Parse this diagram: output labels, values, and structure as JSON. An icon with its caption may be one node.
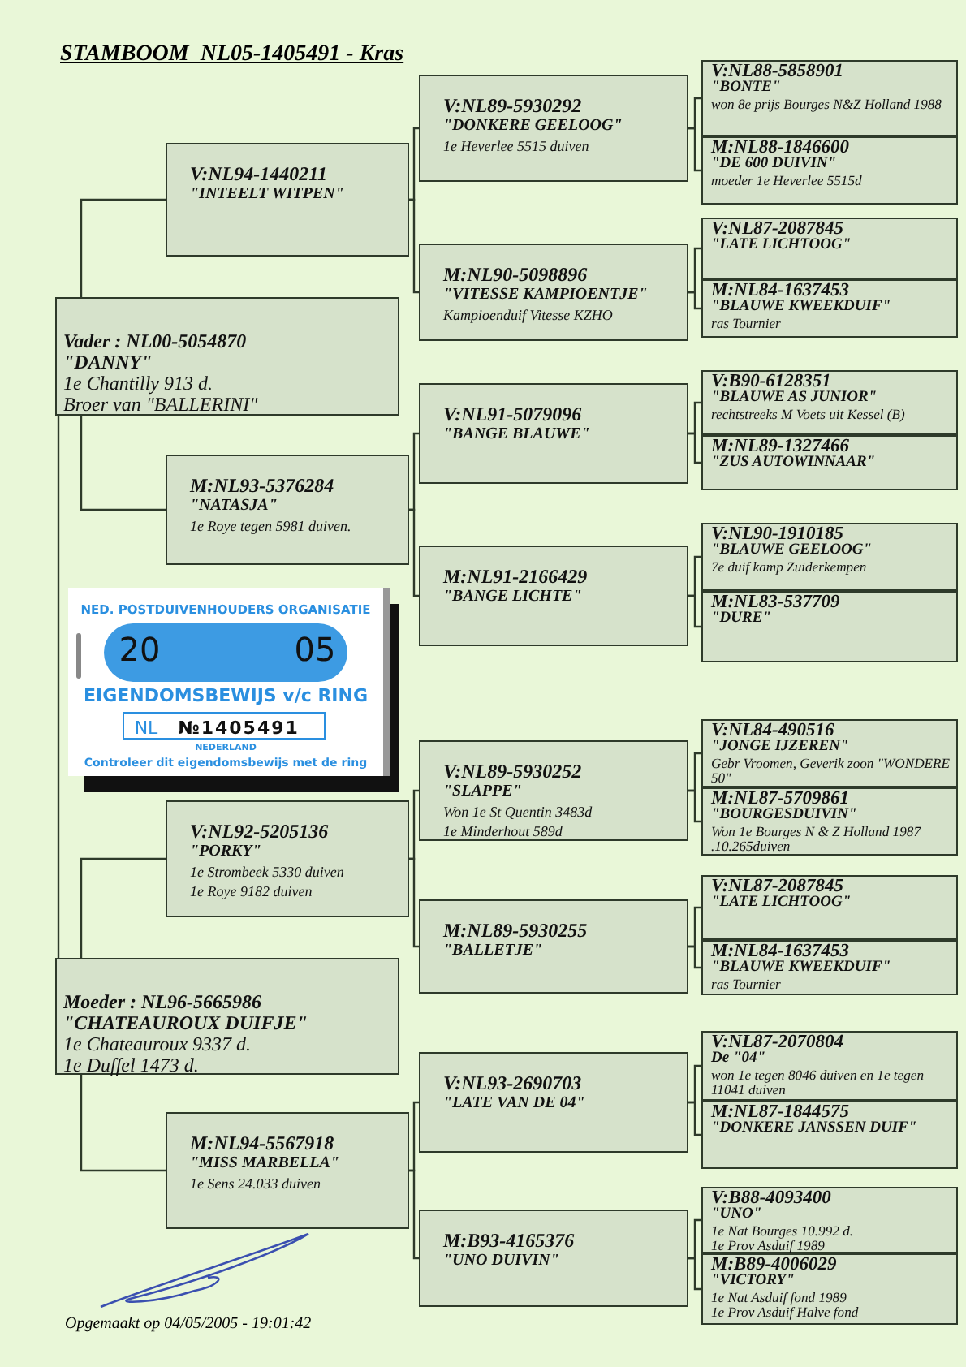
{
  "diagram": {
    "title": "STAMBOOM  NL05-1405491 - Kras",
    "nodes": [
      {
        "text": [
          "Vader : NL00-5054870",
          "\"DANNY\"",
          "1e Chantilly 913 d.",
          "Broer van \"BALLERINI\""
        ]
      },
      {
        "text": [
          "V:NL94-1440211",
          "\"INTEELT WITPEN\""
        ]
      },
      {
        "text": [
          "V:NL89-5930292",
          "\"DONKERE GEELOOG\"",
          "1e Heverlee 5515 duiven"
        ]
      },
      {
        "text": [
          "V:NL88-5858901",
          "\"BONTE\"",
          "won 8e prijs Bourges N&Z Holland 1988"
        ]
      },
      {
        "text": [
          "M:NL88-1846600",
          "\"DE 600 DUIVIN\"",
          "moeder 1e Heverlee 5515d"
        ]
      },
      {
        "text": [
          "M:NL90-5098896",
          "\"VITESSE KAMPIOENTJE\"",
          "Kampioenduif Vitesse KZHO"
        ]
      },
      {
        "text": [
          "V:NL87-2087845",
          "\"LATE LICHTOOG\""
        ]
      },
      {
        "text": [
          "M:NL84-1637453",
          "\"BLAUWE KWEEKDUIF\"",
          "ras Tournier"
        ]
      },
      {
        "text": [
          "M:NL93-5376284",
          "\"NATASJA\"",
          "1e Roye tegen 5981 duiven."
        ]
      },
      {
        "text": [
          "V:NL91-5079096",
          "\"BANGE BLAUWE\""
        ]
      },
      {
        "text": [
          "V:B90-6128351",
          "\"BLAUWE AS JUNIOR\"",
          "rechtstreeks M Voets uit Kessel (B)"
        ]
      },
      {
        "text": [
          "M:NL89-1327466",
          "\"ZUS AUTOWINNAAR\""
        ]
      },
      {
        "text": [
          "M:NL91-2166429",
          "\"BANGE LICHTE\""
        ]
      },
      {
        "text": [
          "V:NL90-1910185",
          "\"BLAUWE GEELOOG\"",
          "7e duif kamp Zuiderkempen"
        ]
      },
      {
        "text": [
          "M:NL83-537709",
          "\"DURE\""
        ]
      },
      {
        "text": [
          "Moeder : NL96-5665986",
          "\"CHATEAUROUX DUIFJE\"",
          "1e Chateauroux 9337 d.",
          "1e Duffel 1473 d."
        ]
      },
      {
        "text": [
          "V:NL92-5205136",
          "\"PORKY\"",
          "1e Strombeek 5330 duiven",
          "1e Roye 9182 duiven"
        ]
      },
      {
        "text": [
          "V:NL89-5930252",
          "\"SLAPPE\"",
          "Won 1e St Quentin 3483d",
          "1e Minderhout 589d"
        ]
      },
      {
        "text": [
          "V:NL84-490516",
          "\"JONGE IJZEREN\"",
          "Gebr Vroomen, Geverik zoon \"WONDERE 50\""
        ]
      },
      {
        "text": [
          "M:NL87-5709861",
          "\"BOURGESDUIVIN\"",
          "Won 1e Bourges N & Z Holland 1987 .10.265duiven"
        ]
      },
      {
        "text": [
          "M:NL89-5930255",
          "\"BALLETJE\""
        ]
      },
      {
        "text": [
          "V:NL87-2087845",
          "\"LATE LICHTOOG\""
        ]
      },
      {
        "text": [
          "M:NL84-1637453",
          "\"BLAUWE KWEEKDUIF\"",
          "ras Tournier"
        ]
      },
      {
        "text": [
          "M:NL94-5567918",
          "\"MISS MARBELLA\"",
          "1e Sens 24.033 duiven"
        ]
      },
      {
        "text": [
          "V:NL93-2690703",
          "\"LATE VAN DE 04\""
        ]
      },
      {
        "text": [
          "V:NL87-2070804",
          "De \"04\"",
          "won 1e tegen 8046 duiven en 1e tegen 11041 duiven"
        ]
      },
      {
        "text": [
          "M:NL87-1844575",
          "\"DONKERE JANSSEN DUIF\""
        ]
      },
      {
        "text": [
          "M:B93-4165376",
          "\"UNO DUIVIN\""
        ]
      },
      {
        "text": [
          "V:B88-4093400",
          "\"UNO\"",
          "1e Nat Bourges 10.992 d.",
          "1e Prov Asduif 1989"
        ]
      },
      {
        "text": [
          "M:B89-4006029",
          "\"VICTORY\"",
          "1e Nat Asduif fond 1989",
          "1e Prov Asduif Halve fond"
        ]
      },
      {
        "text": [
          "NED. POSTDUIVENHOUDERS ORGANISATIE",
          "20",
          "05",
          "EIGENDOMSBEWIJS v/c RING",
          "NL",
          "№1405491",
          "NEDERLAND",
          "Controleer dit eigendomsbewijs met de ring"
        ]
      }
    ],
    "edges": [
      {
        "from": 0,
        "to": 1,
        "arrow": "none"
      },
      {
        "from": 0,
        "to": 8,
        "arrow": "none"
      },
      {
        "from": 1,
        "to": 2,
        "arrow": "none"
      },
      {
        "from": 1,
        "to": 5,
        "arrow": "none"
      },
      {
        "from": 2,
        "to": 3,
        "arrow": "none"
      },
      {
        "from": 2,
        "to": 4,
        "arrow": "none"
      },
      {
        "from": 5,
        "to": 6,
        "arrow": "none"
      },
      {
        "from": 5,
        "to": 7,
        "arrow": "none"
      },
      {
        "from": 8,
        "to": 9,
        "arrow": "none"
      },
      {
        "from": 8,
        "to": 12,
        "arrow": "none"
      },
      {
        "from": 9,
        "to": 10,
        "arrow": "none"
      },
      {
        "from": 9,
        "to": 11,
        "arrow": "none"
      },
      {
        "from": 12,
        "to": 13,
        "arrow": "none"
      },
      {
        "from": 12,
        "to": 14,
        "arrow": "none"
      },
      {
        "from": 0,
        "to": 15,
        "arrow": "none"
      },
      {
        "from": 15,
        "to": 16,
        "arrow": "none"
      },
      {
        "from": 15,
        "to": 23,
        "arrow": "none"
      },
      {
        "from": 16,
        "to": 17,
        "arrow": "none"
      },
      {
        "from": 16,
        "to": 20,
        "arrow": "none"
      },
      {
        "from": 17,
        "to": 18,
        "arrow": "none"
      },
      {
        "from": 17,
        "to": 19,
        "arrow": "none"
      },
      {
        "from": 20,
        "to": 21,
        "arrow": "none"
      },
      {
        "from": 20,
        "to": 22,
        "arrow": "none"
      },
      {
        "from": 23,
        "to": 24,
        "arrow": "none"
      },
      {
        "from": 23,
        "to": 27,
        "arrow": "none"
      },
      {
        "from": 24,
        "to": 25,
        "arrow": "none"
      },
      {
        "from": 24,
        "to": 26,
        "arrow": "none"
      },
      {
        "from": 27,
        "to": 28,
        "arrow": "none"
      },
      {
        "from": 27,
        "to": 29,
        "arrow": "none"
      }
    ],
    "labels": [
      "Opgemaakt op 04/05/2005 - 19:01:42"
    ]
  }
}
